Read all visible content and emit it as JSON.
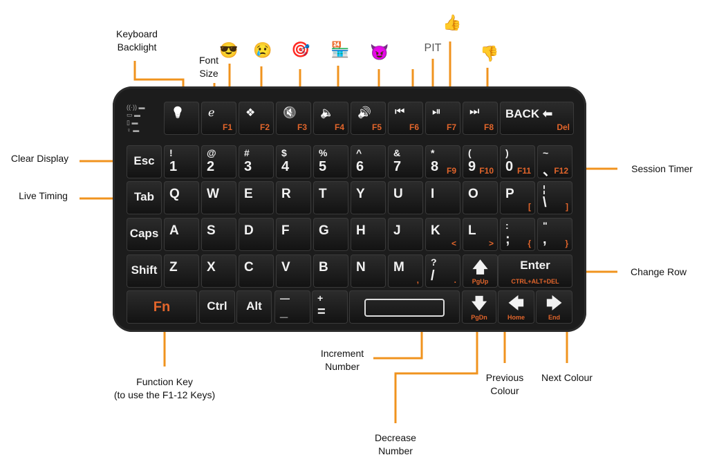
{
  "annotations": {
    "keyboard_backlight": "Keyboard\nBacklight",
    "font_size": "Font\nSize",
    "pit": "PIT",
    "clear_display": "Clear Display",
    "live_timing": "Live Timing",
    "session_timer": "Session Timer",
    "change_row": "Change Row",
    "increment_number": "Increment\nNumber",
    "decrease_number": "Decrease\nNumber",
    "previous_colour": "Previous\nColour",
    "next_colour": "Next Colour",
    "function_key": "Function Key\n(to use the F1-12 Keys)"
  },
  "emojis": {
    "f1": "😎",
    "f2": "😢",
    "f3": "🎯",
    "f4": "🏪",
    "f5": "😈",
    "f7": "👍",
    "f8": "👎"
  },
  "colors": {
    "accent_line": "#f0931e",
    "key_secondary": "#e2652b",
    "keyboard_body": "#1c1c1c"
  },
  "indicators": [
    "((·))",
    "▭",
    "▯",
    "♀"
  ],
  "rows": [
    [
      {
        "id": "backlight",
        "icon": "💡"
      },
      {
        "id": "f1",
        "icon": "ℯ",
        "fn": "F1"
      },
      {
        "id": "f2",
        "icon": "❖",
        "fn": "F2"
      },
      {
        "id": "f3",
        "icon": "🔇",
        "fn": "F3"
      },
      {
        "id": "f4",
        "icon": "🔈",
        "fn": "F4"
      },
      {
        "id": "f5",
        "icon": "🔊",
        "fn": "F5"
      },
      {
        "id": "f6",
        "icon": "⏮",
        "fn": "F6"
      },
      {
        "id": "f7",
        "icon": "⏯",
        "fn": "F7"
      },
      {
        "id": "f8",
        "icon": "⏭",
        "fn": "F8"
      },
      {
        "id": "back",
        "main": "BACK ⬅",
        "fn": "Del"
      }
    ],
    [
      {
        "id": "esc",
        "main": "Esc"
      },
      {
        "id": "1",
        "top": "!",
        "main": "1"
      },
      {
        "id": "2",
        "top": "@",
        "main": "2"
      },
      {
        "id": "3",
        "top": "#",
        "main": "3"
      },
      {
        "id": "4",
        "top": "$",
        "main": "4"
      },
      {
        "id": "5",
        "top": "%",
        "main": "5"
      },
      {
        "id": "6",
        "top": "^",
        "main": "6"
      },
      {
        "id": "7",
        "top": "&",
        "main": "7"
      },
      {
        "id": "8",
        "top": "*",
        "main": "8",
        "fn": "F9"
      },
      {
        "id": "9",
        "top": "(",
        "main": "9",
        "fn": "F10"
      },
      {
        "id": "0",
        "top": ")",
        "main": "0",
        "fn": "F11"
      },
      {
        "id": "tilde",
        "top": "~",
        "main": "、",
        "fn": "F12"
      }
    ],
    [
      {
        "id": "tab",
        "main": "Tab"
      },
      {
        "id": "q",
        "main": "Q"
      },
      {
        "id": "w",
        "main": "W"
      },
      {
        "id": "e",
        "main": "E"
      },
      {
        "id": "r",
        "main": "R"
      },
      {
        "id": "t",
        "main": "T"
      },
      {
        "id": "y",
        "main": "Y"
      },
      {
        "id": "u",
        "main": "U"
      },
      {
        "id": "i",
        "main": "I"
      },
      {
        "id": "o",
        "main": "O"
      },
      {
        "id": "p",
        "main": "P",
        "fn": "["
      },
      {
        "id": "pipe",
        "top": "¦",
        "main": "\\",
        "fn": "]"
      }
    ],
    [
      {
        "id": "caps",
        "main": "Caps"
      },
      {
        "id": "a",
        "main": "A"
      },
      {
        "id": "s",
        "main": "S"
      },
      {
        "id": "d",
        "main": "D"
      },
      {
        "id": "f",
        "main": "F"
      },
      {
        "id": "g",
        "main": "G"
      },
      {
        "id": "h",
        "main": "H"
      },
      {
        "id": "j",
        "main": "J"
      },
      {
        "id": "k",
        "main": "K",
        "fn": "<"
      },
      {
        "id": "l",
        "main": "L",
        "fn": ">"
      },
      {
        "id": "semicolon",
        "top": ":",
        "main": ";",
        "fn": "{"
      },
      {
        "id": "quote",
        "top": "\"",
        "main": ",",
        "fn": "}"
      }
    ],
    [
      {
        "id": "shift",
        "main": "Shift"
      },
      {
        "id": "z",
        "main": "Z"
      },
      {
        "id": "x",
        "main": "X"
      },
      {
        "id": "c",
        "main": "C"
      },
      {
        "id": "v",
        "main": "V"
      },
      {
        "id": "b",
        "main": "B"
      },
      {
        "id": "n",
        "main": "N"
      },
      {
        "id": "m",
        "main": "M",
        "fn": ","
      },
      {
        "id": "slash",
        "top": "?",
        "main": "/",
        "fn": "."
      },
      {
        "id": "up",
        "arrow": "🡅",
        "sub": "PgUp"
      },
      {
        "id": "enter",
        "main": "Enter",
        "sub": "CTRL+ALT+DEL"
      }
    ],
    [
      {
        "id": "fn",
        "main": "Fn"
      },
      {
        "id": "ctrl",
        "main": "Ctrl"
      },
      {
        "id": "alt",
        "main": "Alt"
      },
      {
        "id": "minus",
        "top": "—",
        "main": "_"
      },
      {
        "id": "plus",
        "top": "+",
        "main": "="
      },
      {
        "id": "space",
        "main": ""
      },
      {
        "id": "down",
        "arrow": "🡇",
        "sub": "PgDn"
      },
      {
        "id": "left",
        "arrow": "🡄",
        "sub": "Home"
      },
      {
        "id": "right",
        "arrow": "🡆",
        "sub": "End"
      }
    ]
  ]
}
